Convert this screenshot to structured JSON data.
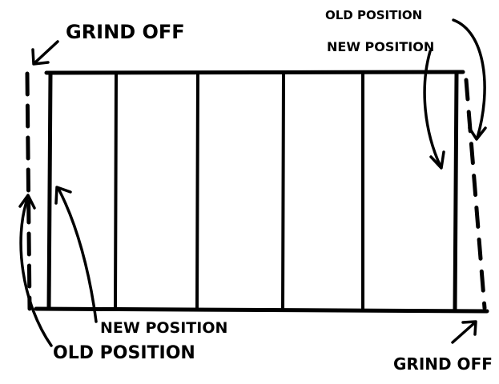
{
  "labels": {
    "grind_off_top": "GRIND OFF",
    "old_position_top": "OLD POSITION",
    "new_position_top": "NEW POSITION",
    "new_position_bottom": "NEW POSITION",
    "old_position_bottom": "OLD POSITION",
    "grind_off_bottom": "GRIND OFF"
  },
  "colors": {
    "ink": "#000000",
    "paper": "#ffffff"
  }
}
